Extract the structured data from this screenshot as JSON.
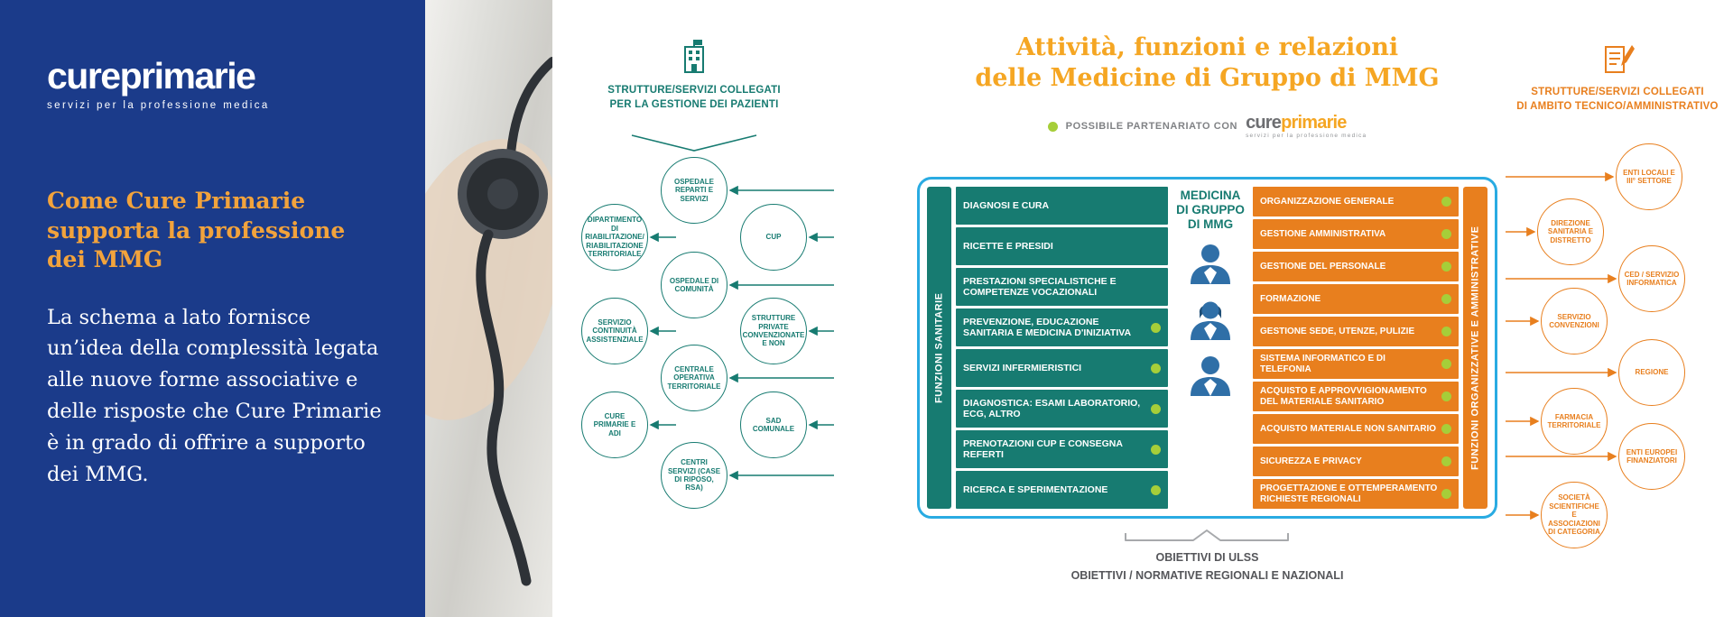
{
  "sidebar": {
    "logo": {
      "cure": "cure",
      "primarie": "primarie",
      "tagline": "servizi per la professione medica"
    },
    "heading": "Come Cure Primarie supporta la professione dei MMG",
    "body": "La schema a lato fornisce un’idea della complessità legata alle nuove forme associative e delle risposte che Cure Primarie è in grado di offrire a supporto dei MMG."
  },
  "left_diagram": {
    "title_line1": "STRUTTURE/SERVIZI COLLEGATI",
    "title_line2": "PER LA GESTIONE DEI PAZIENTI",
    "nodes": [
      "OSPEDALE REPARTI E SERVIZI",
      "DIPARTIMENTO DI RIABILITAZIONE/ RIABILITAZIONE TERRITORIALE",
      "CUP",
      "OSPEDALE DI COMUNITÀ",
      "SERVIZIO CONTINUITÀ ASSISTENZIALE",
      "STRUTTURE PRIVATE CONVENZIONATE E NON",
      "CENTRALE OPERATIVA TERRITORIALE",
      "CURE PRIMARIE E ADI",
      "SAD COMUNALE",
      "CENTRI SERVIZI (CASE DI RIPOSO, RSA)"
    ]
  },
  "center": {
    "title_line1": "Attività, funzioni e relazioni",
    "title_line2": "delle Medicine di Gruppo di MMG",
    "partner_label": "POSSIBILE PARTENARIATO CON",
    "partner_logo": {
      "cure": "cure",
      "primarie": "primarie",
      "tagline": "servizi per la professione medica"
    },
    "group_label": "MEDICINA\nDI GRUPPO\nDI MMG",
    "left_band": "FUNZIONI SANITARIE",
    "right_band": "FUNZIONI ORGANIZZATIVE E AMMINISTRATIVE",
    "sanitary_rows": [
      {
        "label": "DIAGNOSI E CURA",
        "dot": false
      },
      {
        "label": "RICETTE E PRESIDI",
        "dot": false
      },
      {
        "label": "PRESTAZIONI SPECIALISTICHE E COMPETENZE VOCAZIONALI",
        "dot": false
      },
      {
        "label": "PREVENZIONE, EDUCAZIONE SANITARIA E MEDICINA D'INIZIATIVA",
        "dot": true
      },
      {
        "label": "SERVIZI INFERMIERISTICI",
        "dot": true
      },
      {
        "label": "DIAGNOSTICA: ESAMI LABORATORIO, ECG, ALTRO",
        "dot": true
      },
      {
        "label": "PRENOTAZIONI CUP E CONSEGNA REFERTI",
        "dot": true
      },
      {
        "label": "RICERCA E SPERIMENTAZIONE",
        "dot": true
      }
    ],
    "admin_rows": [
      {
        "label": "ORGANIZZAZIONE GENERALE",
        "dot": true
      },
      {
        "label": "GESTIONE AMMINISTRATIVA",
        "dot": true
      },
      {
        "label": "GESTIONE DEL PERSONALE",
        "dot": true
      },
      {
        "label": "FORMAZIONE",
        "dot": true
      },
      {
        "label": "GESTIONE SEDE, UTENZE, PULIZIE",
        "dot": true
      },
      {
        "label": "SISTEMA INFORMATICO E DI TELEFONIA",
        "dot": true
      },
      {
        "label": "ACQUISTO E APPROVVIGIONAMENTO DEL MATERIALE SANITARIO",
        "dot": true
      },
      {
        "label": "ACQUISTO MATERIALE NON SANITARIO",
        "dot": true
      },
      {
        "label": "SICUREZZA E PRIVACY",
        "dot": true
      },
      {
        "label": "PROGETTAZIONE E OTTEMPERAMENTO RICHIESTE REGIONALI",
        "dot": true
      }
    ],
    "bottom_line1": "OBIETTIVI DI ULSS",
    "bottom_line2": "OBIETTIVI / NORMATIVE REGIONALI E NAZIONALI"
  },
  "right_diagram": {
    "title_line1": "STRUTTURE/SERVIZI COLLEGATI",
    "title_line2": "DI AMBITO TECNICO/AMMINISTRATIVO",
    "nodes": [
      "ENTI LOCALI E III° SETTORE",
      "DIREZIONE SANITARIA E DISTRETTO",
      "CED / SERVIZIO INFORMATICA",
      "SERVIZIO CONVENZIONI",
      "REGIONE",
      "FARMACIA TERRITORIALE",
      "ENTI EUROPEI FINANZIATORI",
      "SOCIETÀ SCIENTIFICHE E ASSOCIAZIONI DI CATEGORIA"
    ]
  },
  "colors": {
    "sidebar_blue": "#1b3b8a",
    "accent_orange": "#f5a623",
    "teal": "#177b71",
    "orange": "#e87f1e",
    "green_dot": "#a6ce39",
    "box_border_blue": "#29abe2",
    "gray_text": "#6d6e71"
  }
}
